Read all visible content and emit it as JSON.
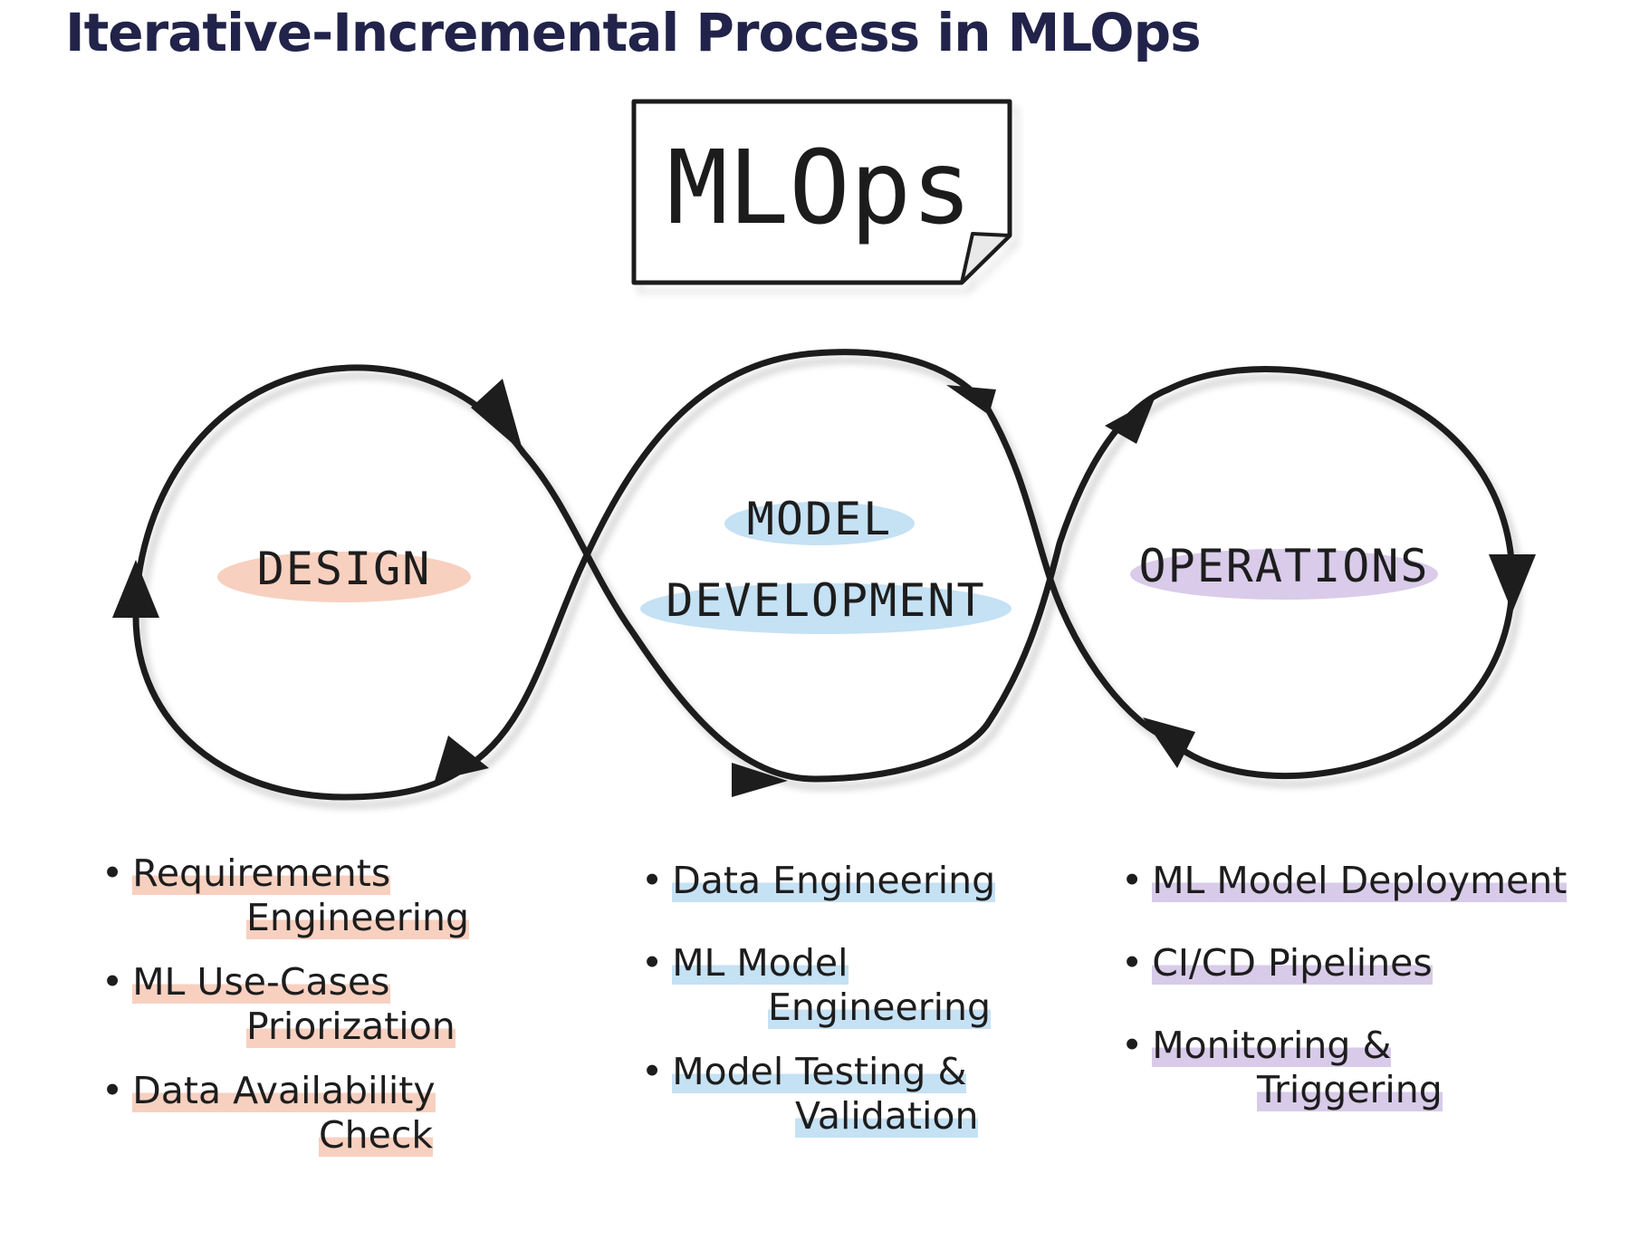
{
  "title": "Iterative-Incremental Process in MLOps",
  "note": {
    "label": "MLOps"
  },
  "phases": [
    {
      "label": "DESIGN",
      "highlight": "#f2a98a"
    },
    {
      "label_line1": "MODEL",
      "label_line2": "DEVELOPMENT",
      "highlight": "#96c8eb"
    },
    {
      "label": "OPERATIONS",
      "highlight": "#b9a0d7"
    }
  ],
  "design_items": [
    {
      "line1": "Requirements",
      "line2": "Engineering"
    },
    {
      "line1": "ML Use-Cases",
      "line2": "Priorization"
    },
    {
      "line1": "Data Availability",
      "line2": "Check"
    }
  ],
  "model_items": [
    {
      "line1": "Data Engineering",
      "line2": ""
    },
    {
      "line1": "ML Model",
      "line2": "Engineering"
    },
    {
      "line1": "Model Testing &",
      "line2": "Validation"
    }
  ],
  "ops_items": [
    {
      "line1": "ML Model Deployment",
      "line2": ""
    },
    {
      "line1": "CI/CD Pipelines",
      "line2": ""
    },
    {
      "line1": "Monitoring &",
      "line2": "Triggering"
    }
  ],
  "bullet": "•",
  "colors": {
    "title": "#22234a",
    "stroke": "#1d1d1d"
  }
}
